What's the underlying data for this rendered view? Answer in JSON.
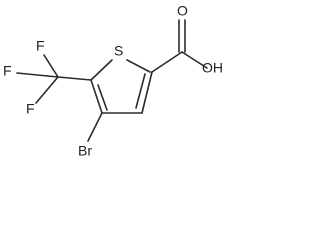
{
  "molecule": {
    "atoms": {
      "sulfur": "S",
      "hydroxyl": "OH",
      "carbonyl_oxygen": "O",
      "bromine": "Br",
      "fluorine_top": "F",
      "fluorine_left": "F",
      "fluorine_bottom": "F"
    }
  }
}
